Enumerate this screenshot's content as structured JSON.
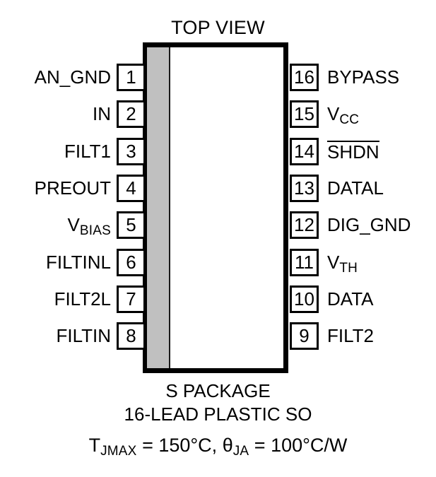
{
  "diagram": {
    "title": "TOP VIEW",
    "package_body": {
      "band_color": "#c0c0c0",
      "outline_color": "#000000"
    },
    "pins_left": [
      {
        "number": "1",
        "label": "AN_GND"
      },
      {
        "number": "2",
        "label": "IN"
      },
      {
        "number": "3",
        "label": "FILT1"
      },
      {
        "number": "4",
        "label": "PREOUT"
      },
      {
        "number": "5",
        "label": "V",
        "sub": "BIAS"
      },
      {
        "number": "6",
        "label": "FILTINL"
      },
      {
        "number": "7",
        "label": "FILT2L"
      },
      {
        "number": "8",
        "label": "FILTIN"
      }
    ],
    "pins_right": [
      {
        "number": "16",
        "label": "BYPASS"
      },
      {
        "number": "15",
        "label": "V",
        "sub": "CC"
      },
      {
        "number": "14",
        "label": "SHDN",
        "overline": true
      },
      {
        "number": "13",
        "label": "DATAL"
      },
      {
        "number": "12",
        "label": "DIG_GND"
      },
      {
        "number": "11",
        "label": "V",
        "sub": "TH"
      },
      {
        "number": "10",
        "label": "DATA"
      },
      {
        "number": "9",
        "label": "FILT2"
      }
    ],
    "caption": {
      "line1": "S PACKAGE",
      "line2": "16-LEAD PLASTIC SO",
      "thermal": {
        "t_symbol": "T",
        "t_sub": "JMAX",
        "t_value": " = 150°C, ",
        "theta_symbol": "θ",
        "theta_sub": "JA",
        "theta_value": " = 100°C/W"
      }
    }
  }
}
